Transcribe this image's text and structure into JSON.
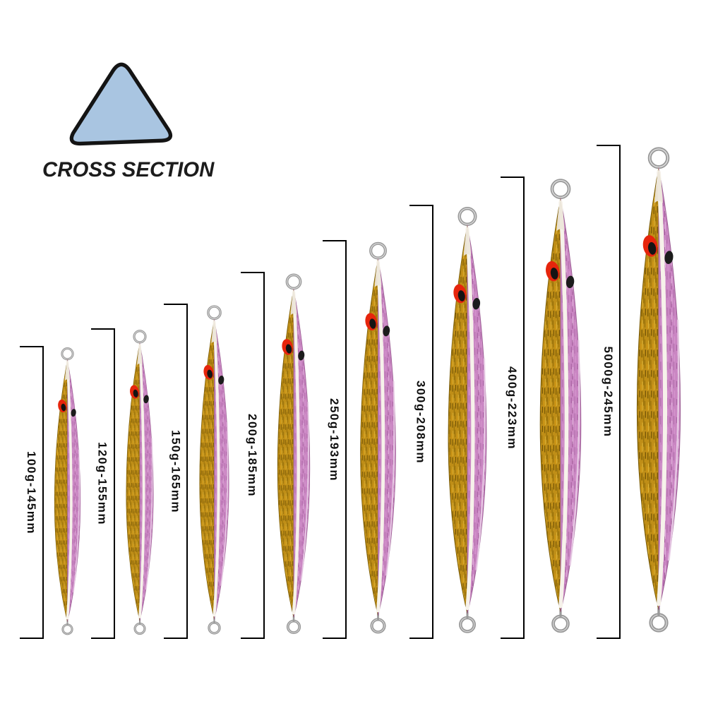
{
  "cross_section": {
    "label": "CROSS SECTION"
  },
  "jigs": [
    {
      "label": "100g-145mm",
      "weight": "100g",
      "length": "145mm"
    },
    {
      "label": "120g-155mm",
      "weight": "120g",
      "length": "155mm"
    },
    {
      "label": "150g-165mm",
      "weight": "150g",
      "length": "165mm"
    },
    {
      "label": "200g-185mm",
      "weight": "200g",
      "length": "185mm"
    },
    {
      "label": "250g-193mm",
      "weight": "250g",
      "length": "193mm"
    },
    {
      "label": "300g-208mm",
      "weight": "300g",
      "length": "208mm"
    },
    {
      "label": "400g-223mm",
      "weight": "400g",
      "length": "223mm"
    },
    {
      "label": "5000g-245mm",
      "weight": "5000g",
      "length": "245mm"
    }
  ],
  "colors": {
    "cross_section_fill": "#a9c5e1",
    "outline": "#141414",
    "gold": "#bf8e17",
    "pink": "#ca86c3",
    "stripe_white": "#f6f2ea",
    "eye_red": "#e6250c",
    "eye_black": "#141414",
    "ring_gray": "#999999"
  }
}
